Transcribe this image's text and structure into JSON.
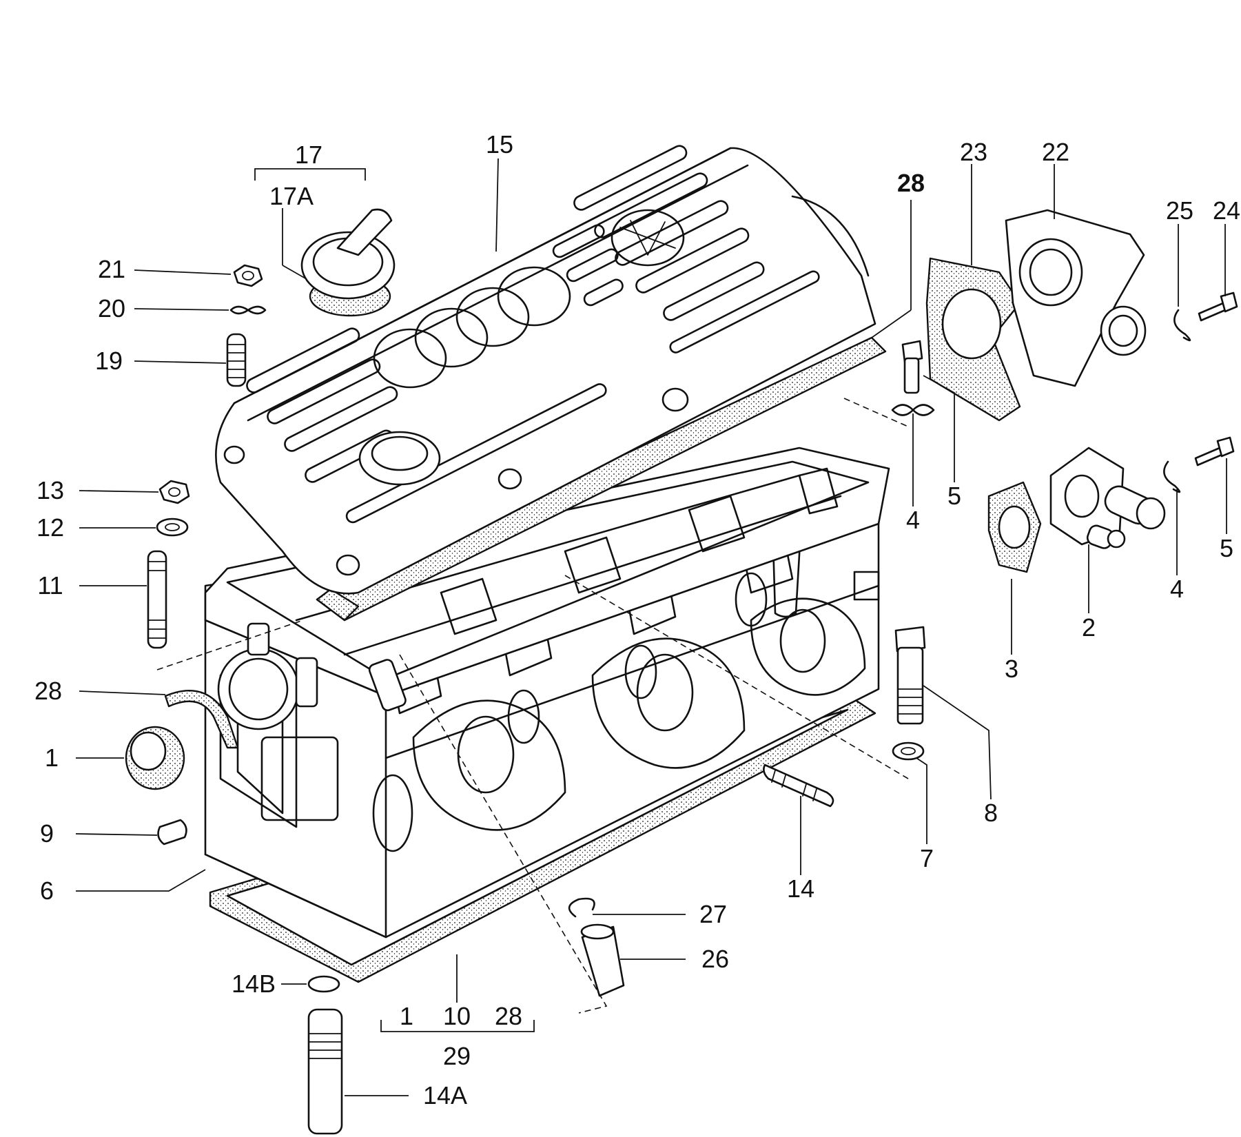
{
  "diagram": {
    "callouts": {
      "c17": "17",
      "c17a": "17A",
      "c15": "15",
      "c28_top": "28",
      "c23": "23",
      "c22": "22",
      "c25": "25",
      "c24": "24",
      "c21": "21",
      "c20": "20",
      "c19": "19",
      "c13": "13",
      "c12": "12",
      "c11": "11",
      "c28_left": "28",
      "c1": "1",
      "c9": "9",
      "c6": "6",
      "c4_mid": "4",
      "c5_mid": "5",
      "c3": "3",
      "c2": "2",
      "c4_right": "4",
      "c5_right": "5",
      "c8": "8",
      "c7": "7",
      "c14": "14",
      "c27": "27",
      "c26": "26",
      "c14b": "14B",
      "c14a": "14A",
      "c10_group_1": "1",
      "c10": "10",
      "c10_group_28": "28",
      "c29": "29"
    }
  }
}
